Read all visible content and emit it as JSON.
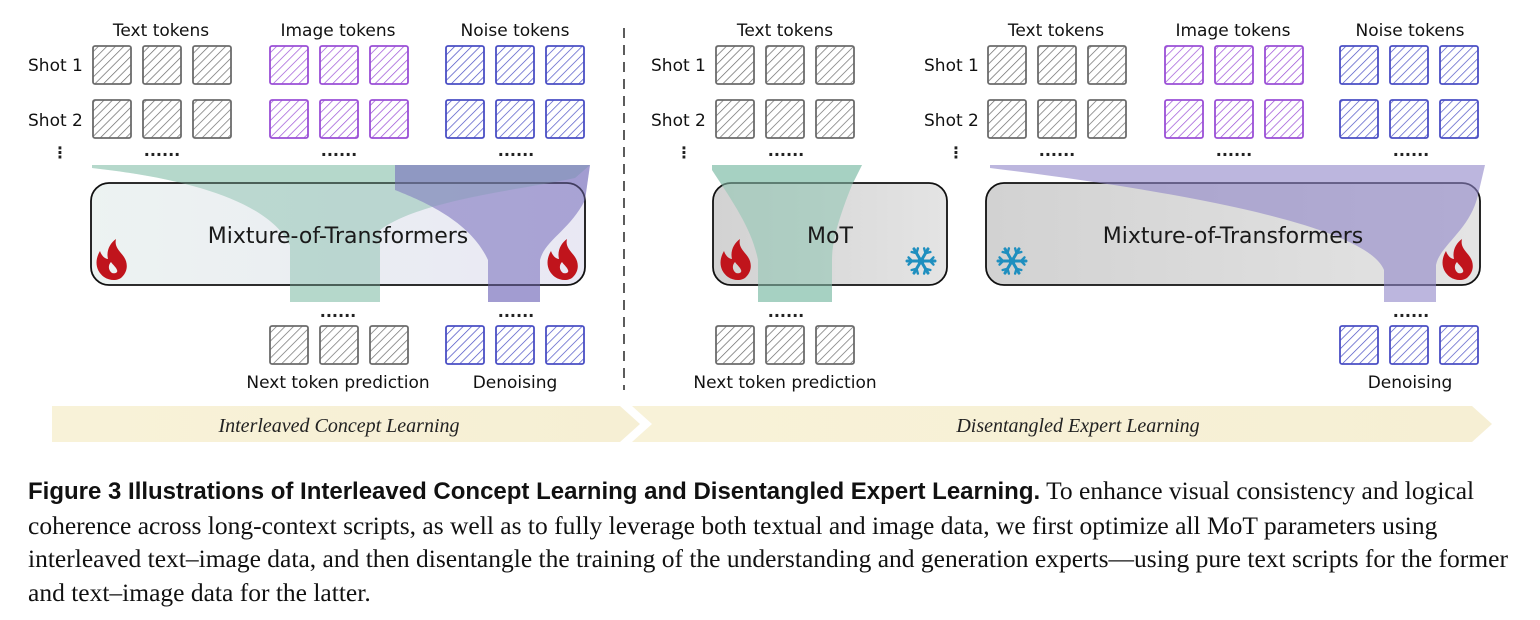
{
  "figure": {
    "left": {
      "groups": [
        "Text tokens",
        "Image tokens",
        "Noise tokens"
      ],
      "shot1": "Shot 1",
      "shot2": "Shot 2",
      "model": "Mixture-of-Transformers",
      "out_text": "Next token prediction",
      "out_noise": "Denoising",
      "phase": "Interleaved Concept Learning"
    },
    "right": {
      "groups": [
        "Text tokens",
        "Text tokens",
        "Image tokens",
        "Noise tokens"
      ],
      "shot1": "Shot 1",
      "shot2": "Shot 2",
      "shot1b": "Shot 1",
      "shot2b": "Shot 2",
      "small_model": "MoT",
      "model": "Mixture-of-Transformers",
      "out_text": "Next token prediction",
      "out_noise": "Denoising",
      "phase": "Disentangled Expert Learning"
    },
    "dots": "......",
    "vdots": "⋮",
    "colors": {
      "text_token": "#6b6b6b",
      "image_token": "#9a4fd6",
      "noise_token": "#4a4fc4",
      "flow_green": "#8cc4b0",
      "flow_purple": "#8f86c8",
      "fire": "#c0141c",
      "snow": "#1f8fbf",
      "phase_band": "#f6f0d6"
    },
    "icons": [
      "fire-icon",
      "snowflake-icon"
    ]
  },
  "caption": {
    "bold": "Figure 3  Illustrations of Interleaved Concept Learning and Disentangled Expert Learning.",
    "text": " To enhance visual consistency and logical coherence across long-context scripts, as well as to fully leverage both textual and image data, we first optimize all MoT parameters using interleaved text–image data, and then disentangle the training of the understanding and generation experts—using pure text scripts for the former and text–image data for the latter."
  }
}
